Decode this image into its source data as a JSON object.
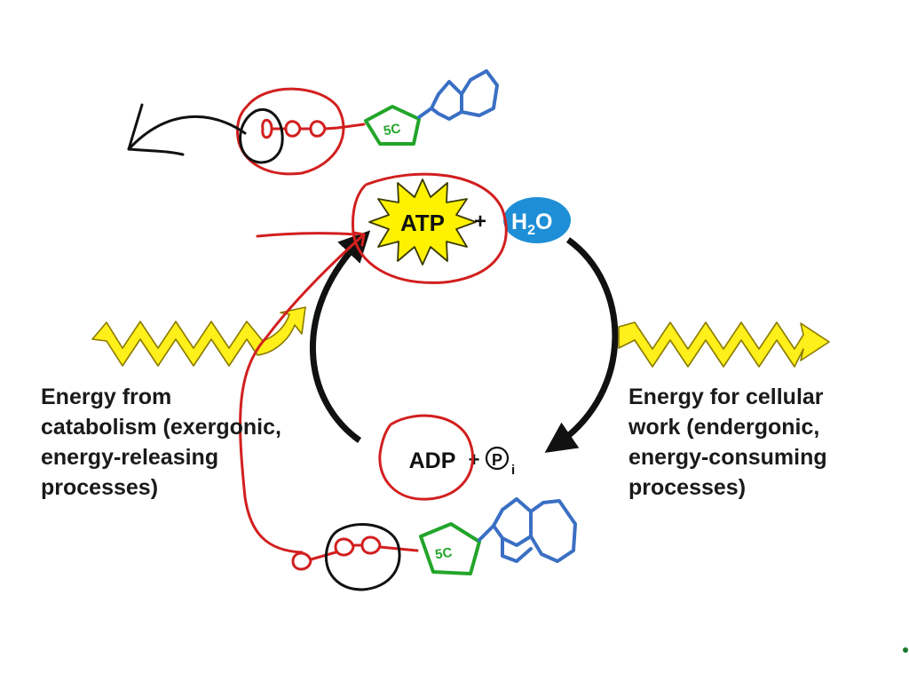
{
  "cycle": {
    "atp": "ATP",
    "plus": "+",
    "water": "H",
    "water_sub": "2",
    "water_o": "O",
    "adp": "ADP",
    "phosphate": "P",
    "phosphate_sub": "i"
  },
  "left_caption": [
    "Energy from",
    "catabolism (exergonic,",
    "energy-releasing",
    "processes)"
  ],
  "right_caption": [
    "Energy for cellular",
    "work (endergonic,",
    "energy-consuming",
    "processes)"
  ],
  "annotations": {
    "sugar_label_top": "5C",
    "sugar_label_bottom": "5C"
  },
  "colors": {
    "water_blue": "#1e8fd6",
    "atp_yellow": "#fff200",
    "energy_arrow_yellow": "#ffef1a",
    "annotation_red": "#d21f1f",
    "annotation_green": "#22a52a",
    "annotation_blue": "#3a6fc4",
    "annotation_black": "#111111"
  }
}
